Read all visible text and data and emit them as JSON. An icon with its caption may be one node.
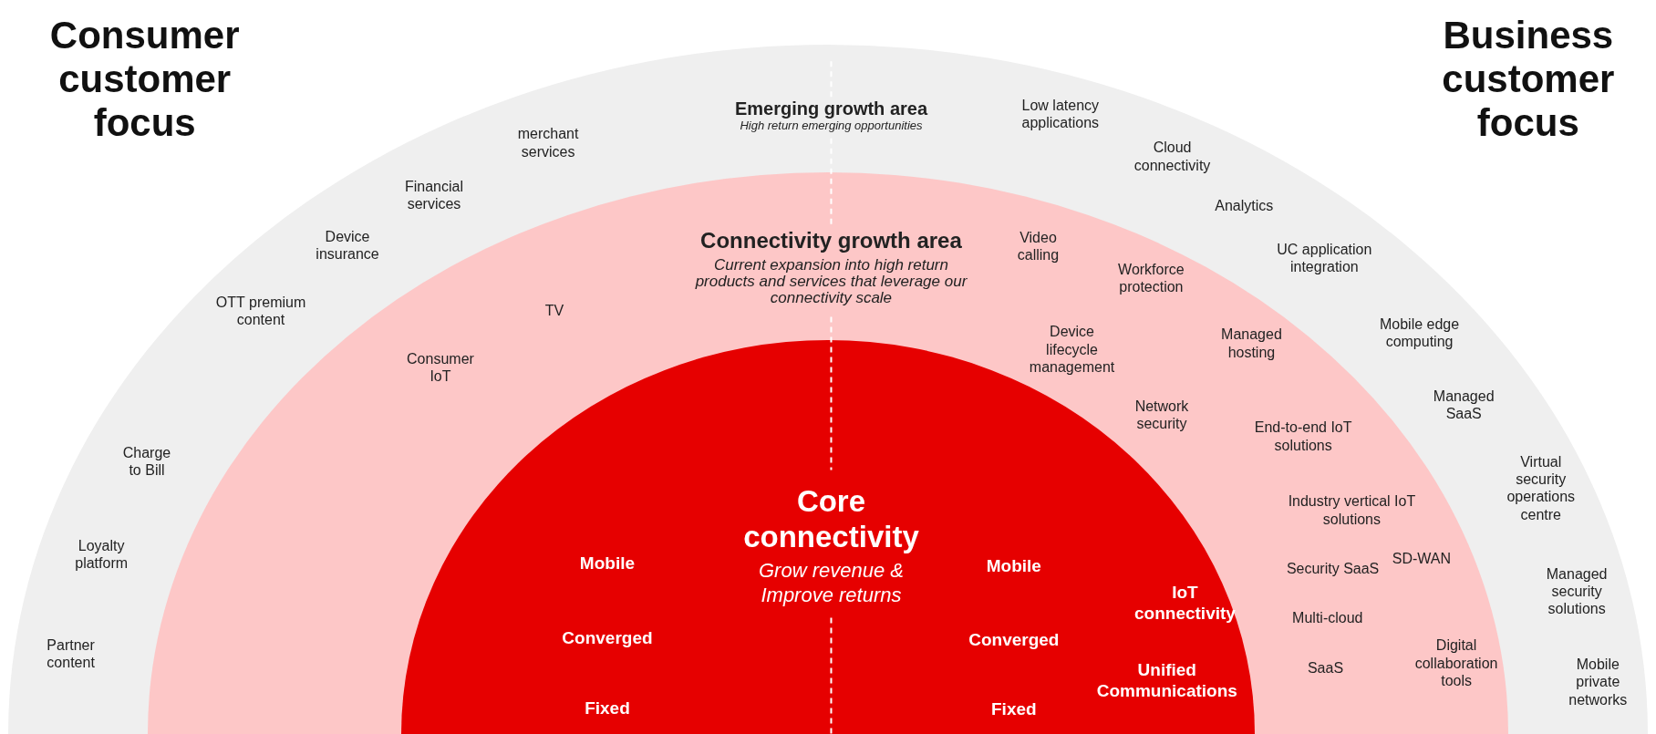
{
  "diagram": {
    "nodes": [
      {
        "text": [
          "Emerging growth area",
          "High return emerging opportunities"
        ]
      },
      {
        "text": [
          "Connectivity growth area",
          "Current expansion into high return products and services that leverage our connectivity scale"
        ],
        "in": 0
      },
      {
        "text": [
          "Core connectivity",
          "Grow revenue & Improve returns"
        ],
        "in": 1
      }
    ],
    "edges": [],
    "labels": [
      "Consumer customer focus",
      "Business customer focus",
      "merchant services",
      "Financial services",
      "Device insurance",
      "OTT premium content",
      "Charge to Bill",
      "Loyalty platform",
      "Partner content",
      "Low latency applications",
      "Cloud connectivity",
      "Analytics",
      "UC application integration",
      "Mobile edge computing",
      "Managed SaaS",
      "Virtual security operations centre",
      "Managed security solutions",
      "Mobile private networks",
      "TV",
      "Consumer IoT",
      "Video calling",
      "Workforce protection",
      "Device lifecycle management",
      "Managed hosting",
      "Network security",
      "End-to-end IoT solutions",
      "Industry vertical IoT solutions",
      "Security SaaS",
      "SD-WAN",
      "Multi-cloud",
      "SaaS",
      "Digital collaboration tools",
      "Mobile",
      "Converged",
      "Fixed",
      "Mobile",
      "Converged",
      "Fixed",
      "IoT connectivity",
      "Unified Communications"
    ]
  }
}
